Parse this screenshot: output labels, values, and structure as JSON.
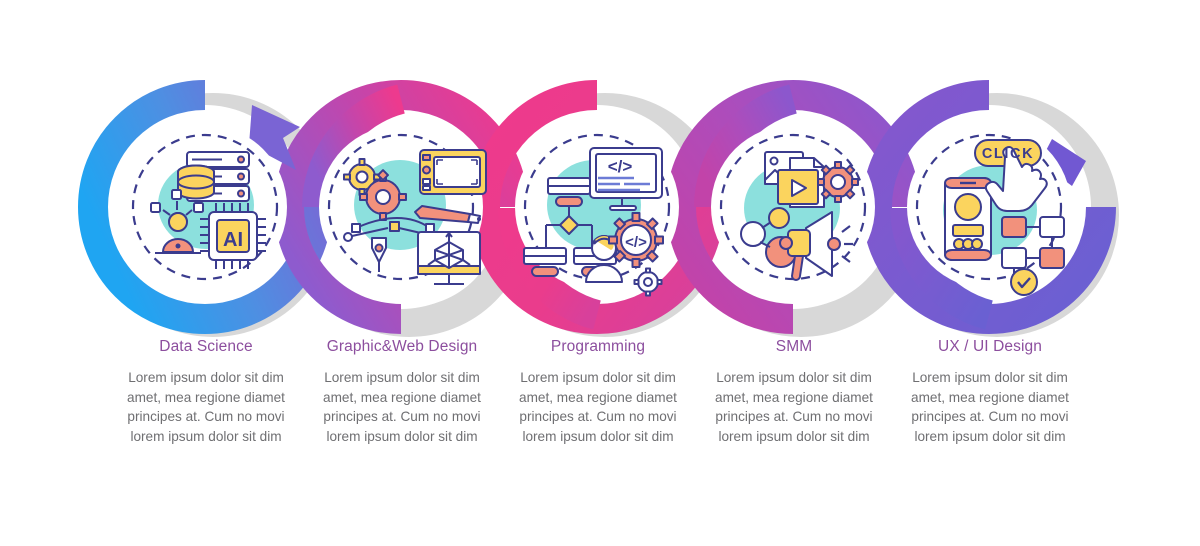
{
  "infographic": {
    "type": "timeline-wave-5-step",
    "background": "#ffffff",
    "track_color": "#D8D8D8",
    "title_color": "#8C4E9E",
    "body_color": "#6F6F72",
    "ribbon_gradient": [
      "#26A3F0",
      "#7B6FD6",
      "#C146A6",
      "#ED3A8E",
      "#E8427F",
      "#B44BBE",
      "#8C55CC",
      "#6C5FD0"
    ],
    "steps": [
      {
        "index": 1,
        "title": "Data Science",
        "description": "Lorem ipsum dolor sit dim amet, mea regione diamet principes at. Cum no movi lorem ipsum dolor sit dim",
        "icon_name": "data-science-icon",
        "icon_parts": [
          "server-rack",
          "database-cylinders",
          "person-at-laptop",
          "ai-chip"
        ],
        "ring_color_start": "#2BA4F0",
        "ring_color_end": "#7E68D4",
        "has_arrowhead": true
      },
      {
        "index": 2,
        "title": "Graphic&Web Design",
        "description": "Lorem ipsum dolor sit dim amet, mea regione diamet principes at. Cum no movi lorem ipsum dolor sit dim",
        "icon_name": "graphic-web-design-icon",
        "icon_parts": [
          "gears",
          "graphics-tablet",
          "stylus-pen",
          "pen-tool-node",
          "3d-cube-monitor"
        ],
        "ring_color_start": "#9B52C6",
        "ring_color_end": "#ED3A8E",
        "has_arrowhead": false
      },
      {
        "index": 3,
        "title": "Programming",
        "description": "Lorem ipsum dolor sit dim amet, mea regione diamet principes at. Cum no movi lorem ipsum dolor sit dim",
        "icon_name": "programming-icon",
        "icon_parts": [
          "code-monitor",
          "flowchart",
          "developer-avatar",
          "code-gear"
        ],
        "ring_color_start": "#ED3A8E",
        "ring_color_end": "#D2409A",
        "has_arrowhead": false
      },
      {
        "index": 4,
        "title": "SMM",
        "description": "Lorem ipsum dolor sit dim amet, mea regione diamet principes at. Cum no movi lorem ipsum dolor sit dim",
        "icon_name": "smm-icon",
        "icon_parts": [
          "media-cards",
          "play-button",
          "gear",
          "network-nodes",
          "megaphone"
        ],
        "ring_color_start": "#B945B8",
        "ring_color_end": "#9158CE",
        "has_arrowhead": false
      },
      {
        "index": 5,
        "title": "UX / UI Design",
        "description": "Lorem ipsum dolor sit dim amet, mea regione diamet principes at. Cum no movi lorem ipsum dolor sit dim",
        "icon_name": "ux-ui-design-icon",
        "icon_parts": [
          "click-button",
          "cursor-hand",
          "phone-mockup",
          "wireframe-boxes",
          "check-circle"
        ],
        "ring_color_start": "#8A56CE",
        "ring_color_end": "#6C5FD0",
        "has_arrowhead": false,
        "click_label": "CLICK"
      }
    ]
  }
}
